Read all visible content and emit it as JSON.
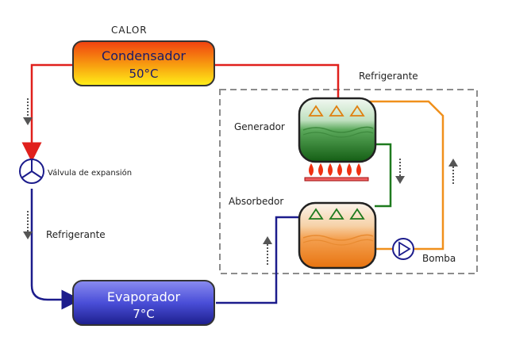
{
  "labels": {
    "calor": "CALOR",
    "refrigerante_top": "Refrigerante",
    "generador": "Generador",
    "valvula": "Válvula de expansión",
    "absorbedor": "Absorbedor",
    "refrigerante_left": "Refrigerante",
    "bomba": "Bomba"
  },
  "condensador": {
    "name": "Condensador",
    "temp": "50°C"
  },
  "evaporador": {
    "name": "Evaporador",
    "temp": "7°C"
  },
  "colors": {
    "hot_line": "#e0201c",
    "cold_line": "#1c1c8c",
    "green_line": "#1e7a1e",
    "orange_line": "#f0901c",
    "dashed_box": "#8c8c8c"
  }
}
